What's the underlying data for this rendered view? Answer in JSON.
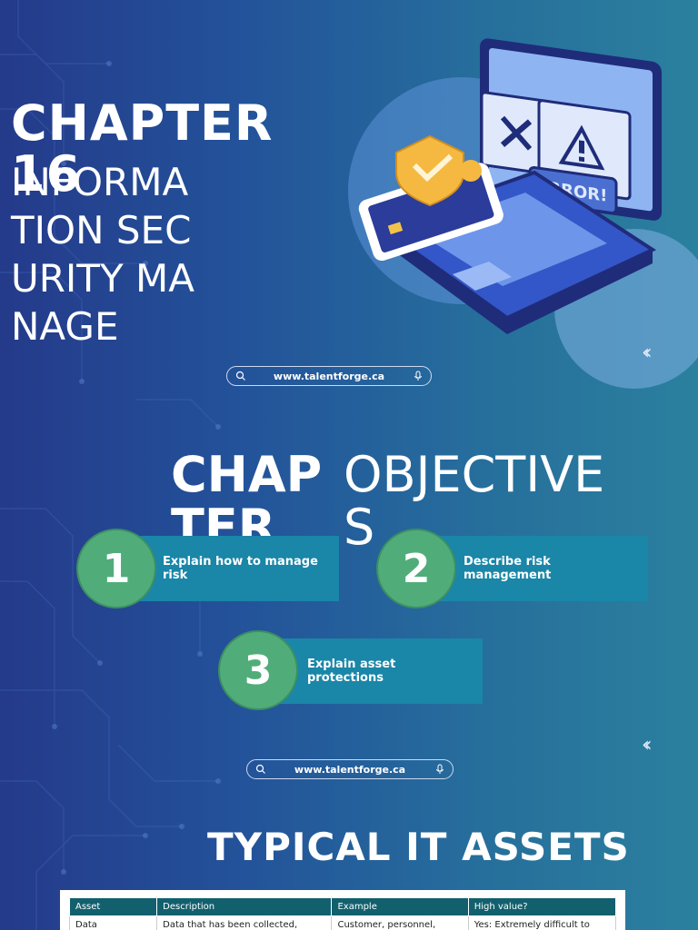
{
  "slide1": {
    "chapter_title": "CHAPTER 16",
    "subtitle": "INFORMATION SECURITY MANAGE",
    "illustration": {
      "error_label": "ERROR!"
    },
    "search_url": "www.talentforge.ca"
  },
  "slide2": {
    "title": "CHAPTER",
    "title_suffix": "OBJECTIVES",
    "objectives": [
      {
        "num": "1",
        "text": "Explain how to manage risk"
      },
      {
        "num": "2",
        "text": "Describe risk management"
      },
      {
        "num": "3",
        "text": "Explain asset protections"
      }
    ],
    "search_url": "www.talentforge.ca"
  },
  "slide3": {
    "title": "TYPICAL IT ASSETS",
    "table": {
      "headers": [
        "Asset",
        "Description",
        "Example",
        "High value?"
      ],
      "rows": [
        [
          "Data",
          "Data that has been collected,",
          "Customer, personnel,",
          "Yes: Extremely difficult to"
        ]
      ]
    }
  },
  "colors": {
    "accent_green": "#50ad7a",
    "objective_box": "#1a86a8",
    "table_header": "#12606e"
  },
  "icons": [
    "search-icon",
    "mic-icon",
    "double-chevron-left-icon"
  ]
}
